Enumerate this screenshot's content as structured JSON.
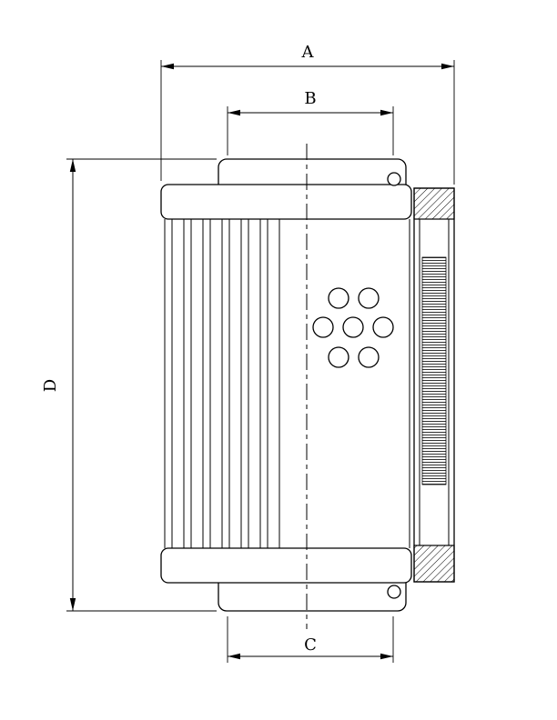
{
  "labels": {
    "dim_a": "A",
    "dim_b": "B",
    "dim_c": "C",
    "dim_d": "D"
  },
  "colors": {
    "line": "#000000",
    "background": "#ffffff"
  }
}
